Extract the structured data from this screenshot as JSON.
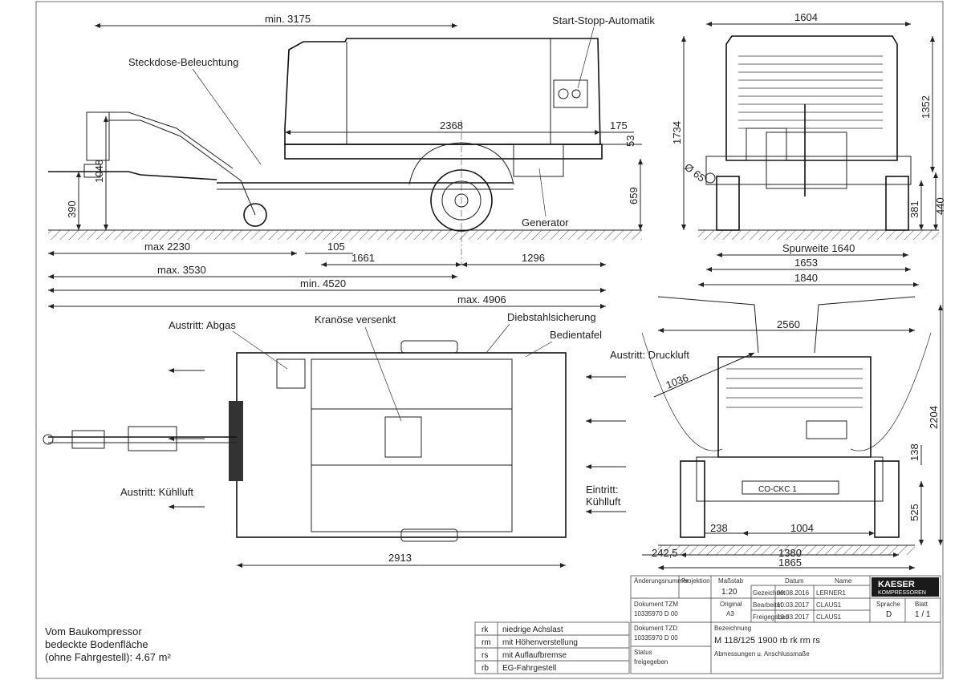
{
  "side_view": {
    "dims": {
      "min_3175": "min. 3175",
      "d2368": "2368",
      "d175": "175",
      "d53": "53",
      "d1048": "1048",
      "d390": "390",
      "d659": "659",
      "max_2230": "max 2230",
      "d105": "105",
      "d1661": "1661",
      "d1296": "1296",
      "max_3530": "max. 3530",
      "min_4520": "min. 4520",
      "max_4906": "max. 4906"
    },
    "labels": {
      "steckdose": "Steckdose-Beleuchtung",
      "start_stopp": "Start-Stopp-Automatik",
      "generator": "Generator"
    }
  },
  "rear_view": {
    "dims": {
      "d1604": "1604",
      "d1734": "1734",
      "d1352": "1352",
      "d65": "Ø 65",
      "d381": "381",
      "d440": "440",
      "spurweite": "Spurweite 1640",
      "d1653": "1653",
      "d1840": "1840"
    }
  },
  "top_view": {
    "labels": {
      "abgas": "Austritt: Abgas",
      "kranoese": "Kranöse versenkt",
      "diebstahl": "Diebstahlsicherung",
      "bedientafel": "Bedientafel",
      "druckluft": "Austritt: Druckluft",
      "kuehlluft_out": "Austritt: Kühlluft",
      "kuehlluft_in_1": "Eintritt:",
      "kuehlluft_in_2": "Kühlluft"
    },
    "dims": {
      "d2913": "2913"
    }
  },
  "open_view": {
    "dims": {
      "d2560": "2560",
      "d1036": "1036",
      "d2204": "2204",
      "d138": "138",
      "d525": "525",
      "d238": "238",
      "d1004": "1004",
      "d242": "242,5",
      "d1380": "1380",
      "d1865": "1865"
    },
    "plate": "CO-CKC 1"
  },
  "floor_note": {
    "line1": "Vom Baukompressor",
    "line2": "bedeckte Bodenfläche",
    "line3": "(ohne Fahrgestell): 4.67 m²"
  },
  "legend": [
    {
      "code": "rk",
      "text": "niedrige Achslast"
    },
    {
      "code": "rm",
      "text": "mit Höhenverstellung"
    },
    {
      "code": "rs",
      "text": "mit Auflaufbremse"
    },
    {
      "code": "rb",
      "text": "EG-Fahrgestell"
    }
  ],
  "title_block": {
    "aenderungsnummer": "Änderungsnummer",
    "projektion": "Projektion",
    "massstab_label": "Maßstab",
    "massstab": "1:20",
    "datum": "Datum",
    "name": "Name",
    "gezeichnet_label": "Gezeichnet",
    "gezeichnet_date": "09.08.2016",
    "gezeichnet_name": "LERNER1",
    "bearbeitet_label": "Bearbeitet",
    "bearbeitet_date": "10.03.2017",
    "bearbeitet_name": "CLAUS1",
    "freigegeben_label": "Freigegeben",
    "freigegeben_date": "10.03.2017",
    "freigegeben_name": "CLAUS1",
    "dok_tzm_label": "Dokument TZM",
    "dok_tzm": "10335970 D 00",
    "original_label": "Original",
    "original": "A3",
    "dok_tzd_label": "Dokument TZD",
    "dok_tzd": "10335970 D 00",
    "status_label": "Status",
    "status": "freigegeben",
    "bezeichnung_label": "Bezeichnung",
    "bezeichnung": "M 118/125 1900 rb rk rm rs",
    "subtitle": "Abmessungen u. Anschlussmaße",
    "sprache_label": "Sprache",
    "sprache": "D",
    "blatt_label": "Blatt",
    "blatt": "1 / 1",
    "brand_1": "KAESER",
    "brand_2": "KOMPRESSOREN"
  },
  "colors": {
    "line": "#222222",
    "brand_bg": "#1a1a1a",
    "ground": "#444444"
  }
}
